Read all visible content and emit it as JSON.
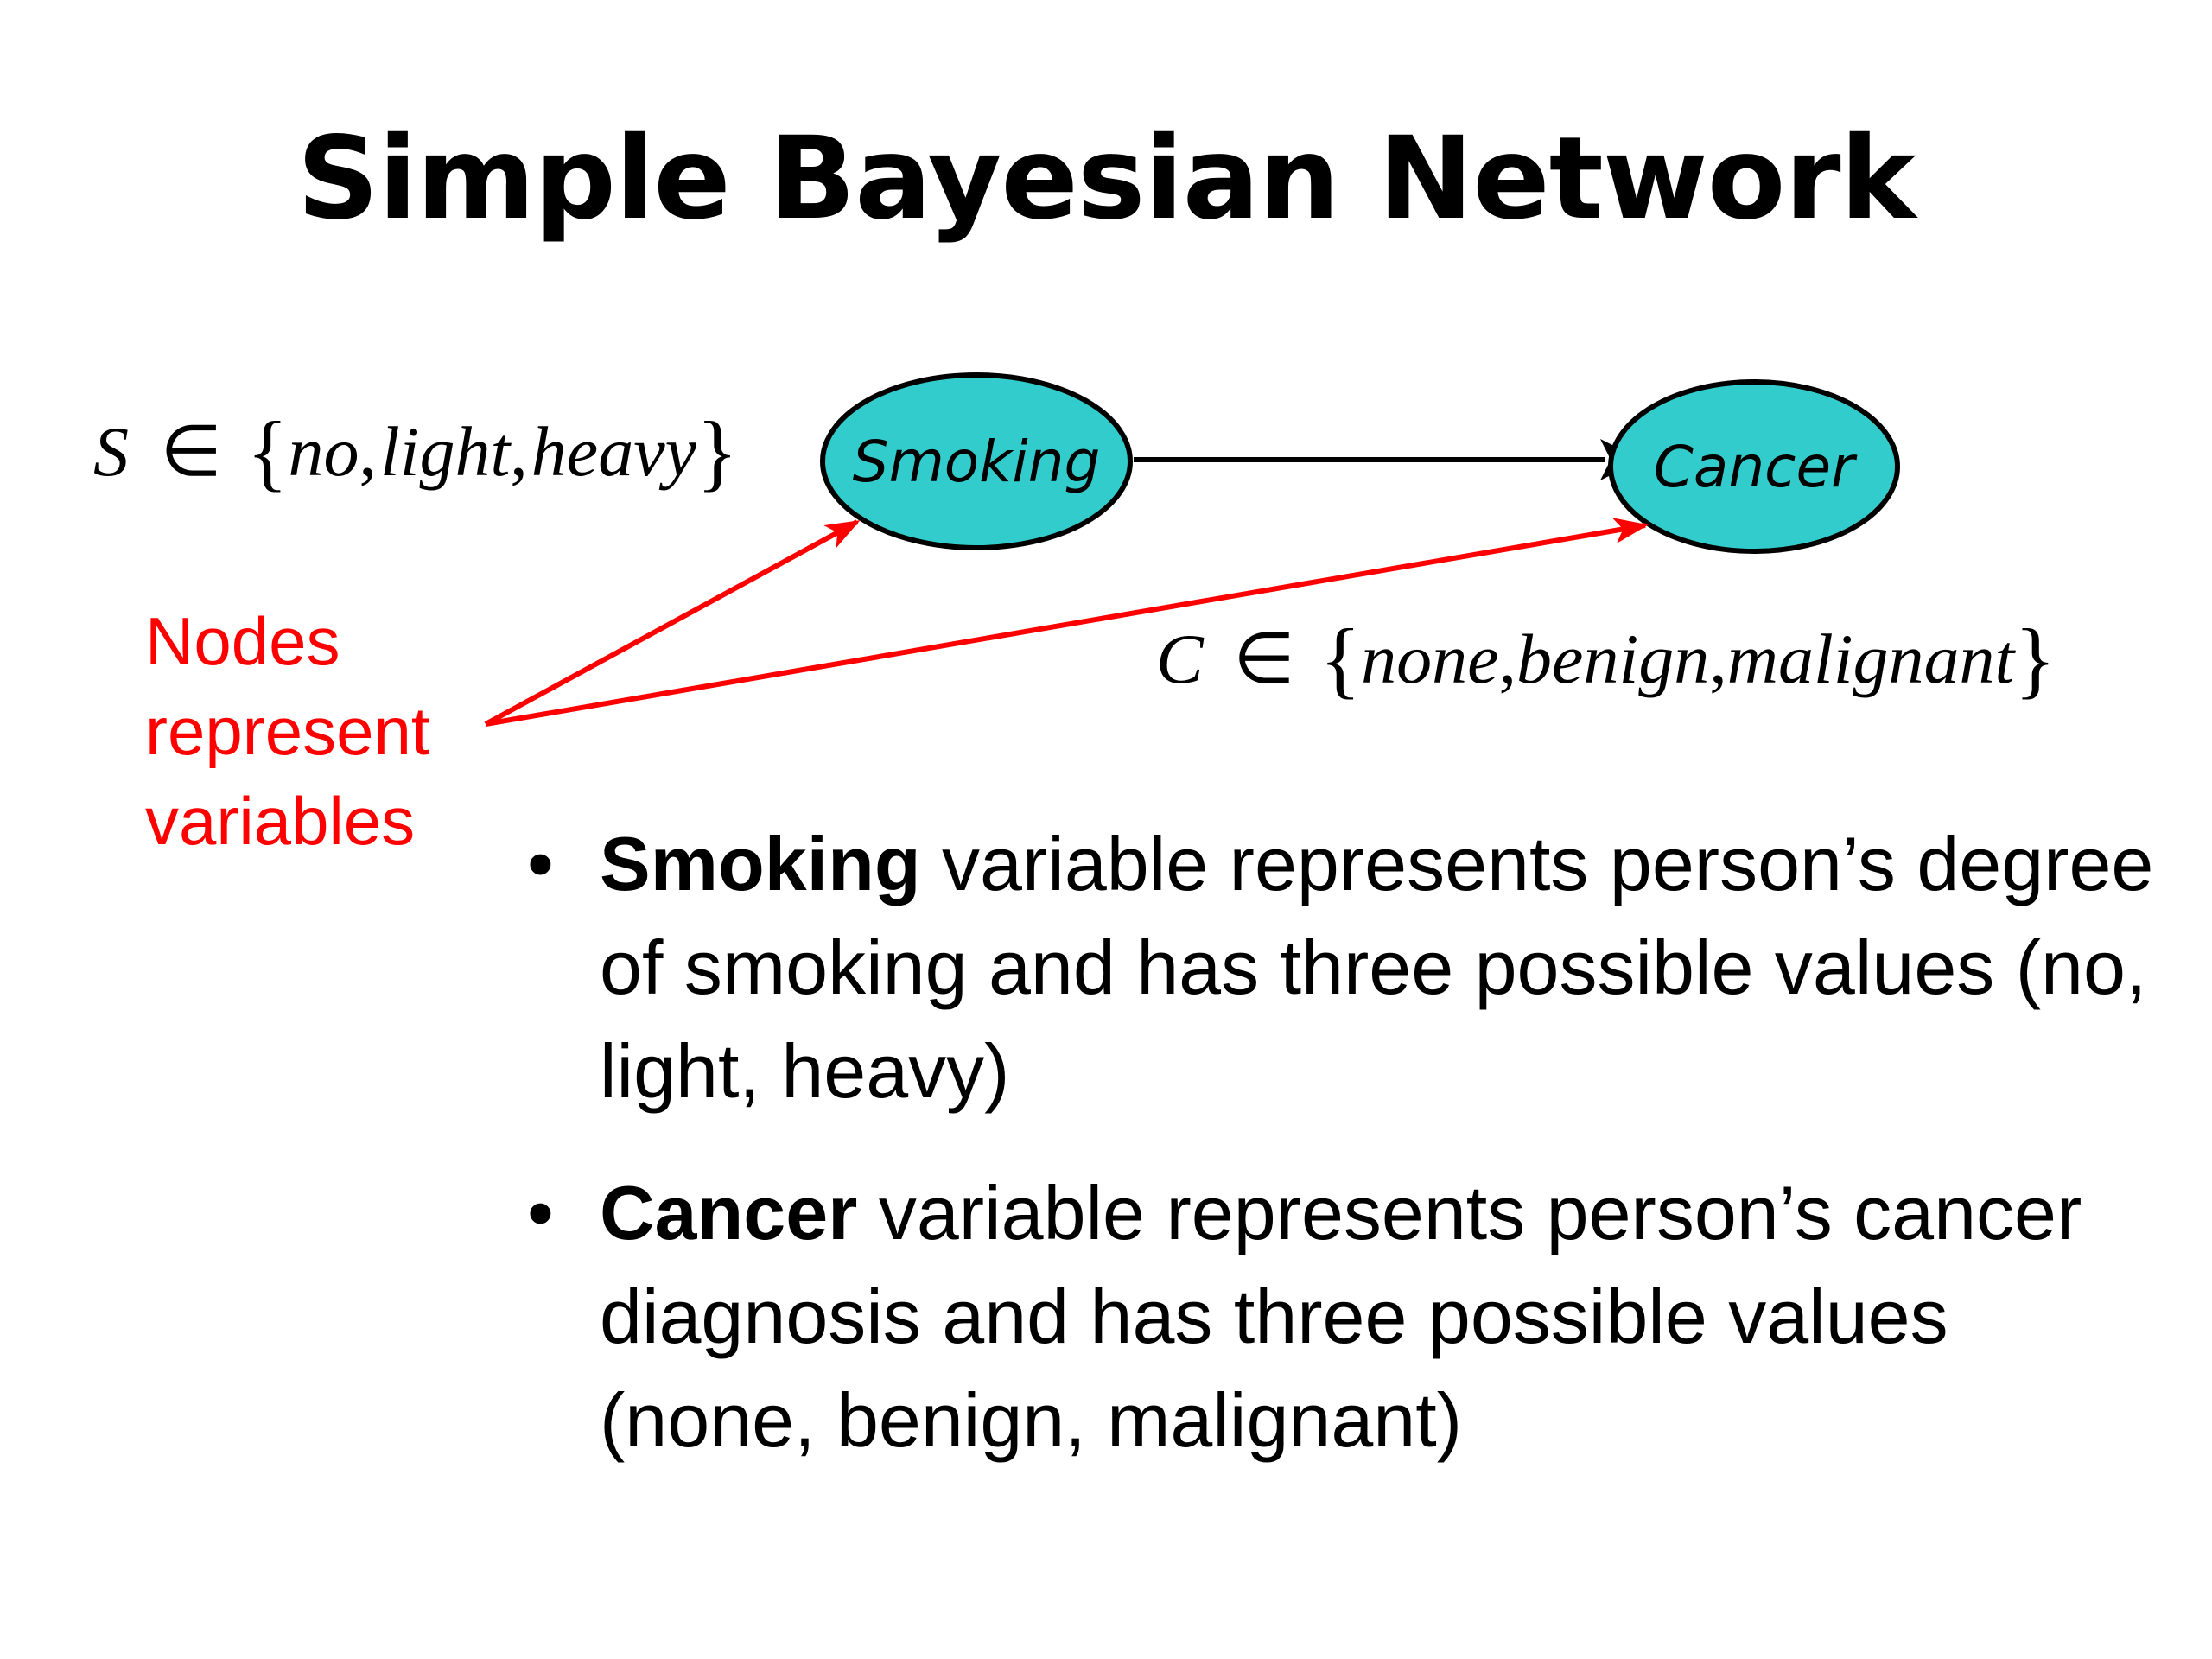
{
  "slide": {
    "title": "Simple Bayesian Network"
  },
  "nodes": {
    "smoking": {
      "label": "Smoking"
    },
    "cancer": {
      "label": "Cancer"
    }
  },
  "formulas": {
    "smoking_domain": {
      "variable": "S",
      "symbol": "∈",
      "values": [
        "no",
        "light",
        "heavy"
      ]
    },
    "cancer_domain": {
      "variable": "C",
      "symbol": "∈",
      "values": [
        "none",
        "benign",
        "malignant"
      ]
    }
  },
  "annotation": {
    "lines": [
      "Nodes",
      "represent",
      "variables"
    ],
    "color": "#ff0000"
  },
  "bullets": [
    {
      "term": "Smoking",
      "rest": " variable represents person’s degree of smoking and has three possible values (no, light, heavy)"
    },
    {
      "term": "Cancer",
      "rest": " variable represents person’s cancer diagnosis and has three possible values (none, benign, malignant)"
    }
  ],
  "colors": {
    "node_fill": "#33cccc",
    "node_stroke": "#000000",
    "edge": "#000000",
    "pointer": "#ff0000"
  }
}
